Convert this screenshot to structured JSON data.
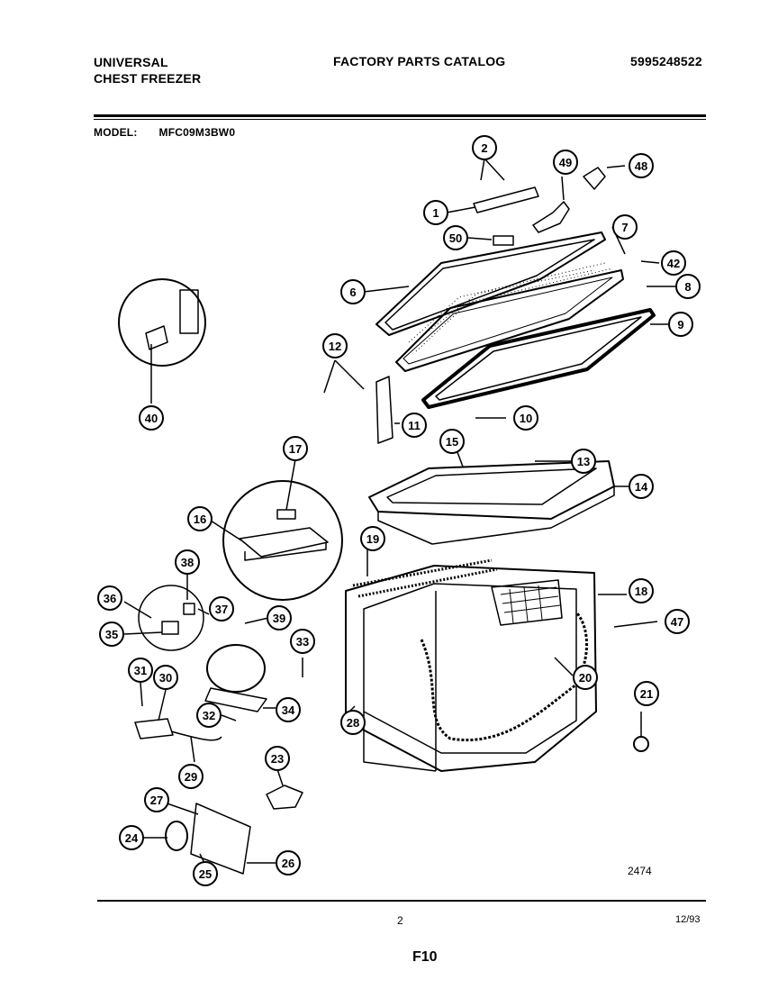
{
  "header": {
    "brand_line1": "UNIVERSAL",
    "brand_line2": "CHEST FREEZER",
    "catalog_title": "FACTORY PARTS CATALOG",
    "catalog_number": "5995248522",
    "model_label": "MODEL:",
    "model_value": "MFC09M3BW0"
  },
  "footer": {
    "page_number": "2",
    "date": "12/93",
    "figure": "F10",
    "diagram_number": "2474"
  },
  "callouts": [
    {
      "id": "c1",
      "label": "1"
    },
    {
      "id": "c2",
      "label": "2"
    },
    {
      "id": "c6",
      "label": "6"
    },
    {
      "id": "c7",
      "label": "7"
    },
    {
      "id": "c8",
      "label": "8"
    },
    {
      "id": "c9",
      "label": "9"
    },
    {
      "id": "c10",
      "label": "10"
    },
    {
      "id": "c11",
      "label": "11"
    },
    {
      "id": "c12",
      "label": "12"
    },
    {
      "id": "c13",
      "label": "13"
    },
    {
      "id": "c14",
      "label": "14"
    },
    {
      "id": "c15",
      "label": "15"
    },
    {
      "id": "c16",
      "label": "16"
    },
    {
      "id": "c17",
      "label": "17"
    },
    {
      "id": "c18",
      "label": "18"
    },
    {
      "id": "c19",
      "label": "19"
    },
    {
      "id": "c20",
      "label": "20"
    },
    {
      "id": "c21",
      "label": "21"
    },
    {
      "id": "c23",
      "label": "23"
    },
    {
      "id": "c24",
      "label": "24"
    },
    {
      "id": "c25",
      "label": "25"
    },
    {
      "id": "c26",
      "label": "26"
    },
    {
      "id": "c27",
      "label": "27"
    },
    {
      "id": "c28",
      "label": "28"
    },
    {
      "id": "c29",
      "label": "29"
    },
    {
      "id": "c30",
      "label": "30"
    },
    {
      "id": "c31",
      "label": "31"
    },
    {
      "id": "c32",
      "label": "32"
    },
    {
      "id": "c33",
      "label": "33"
    },
    {
      "id": "c34",
      "label": "34"
    },
    {
      "id": "c35",
      "label": "35"
    },
    {
      "id": "c36",
      "label": "36"
    },
    {
      "id": "c37",
      "label": "37"
    },
    {
      "id": "c38",
      "label": "38"
    },
    {
      "id": "c39",
      "label": "39"
    },
    {
      "id": "c40",
      "label": "40"
    },
    {
      "id": "c42",
      "label": "42"
    },
    {
      "id": "c47",
      "label": "47"
    },
    {
      "id": "c48",
      "label": "48"
    },
    {
      "id": "c49",
      "label": "49"
    },
    {
      "id": "c50",
      "label": "50"
    }
  ]
}
